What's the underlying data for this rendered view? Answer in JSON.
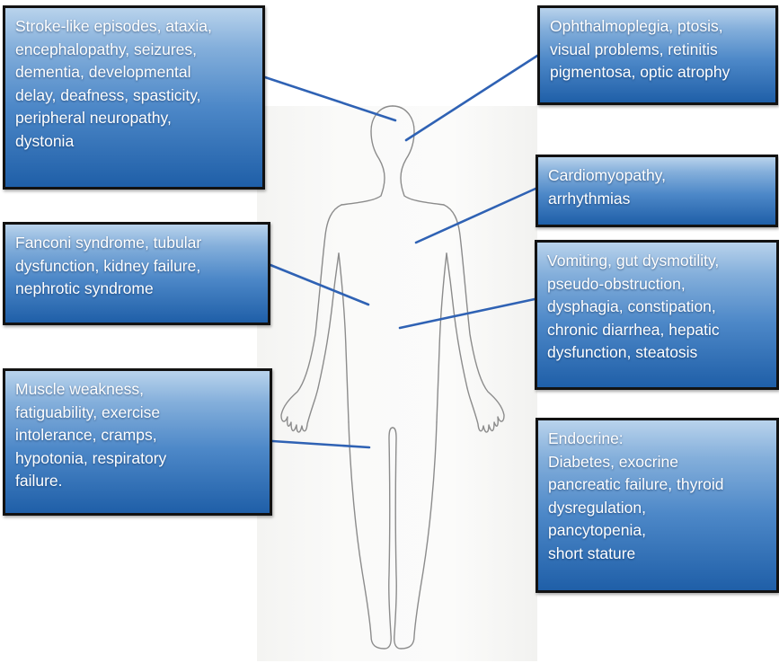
{
  "boxes": {
    "neuro": {
      "lines": [
        "Stroke-like episodes, ataxia,",
        "encephalopathy, seizures,",
        "dementia, developmental",
        "delay, deafness, spasticity,",
        "peripheral neuropathy,",
        "dystonia"
      ]
    },
    "eye": {
      "lines": [
        "Ophthalmoplegia, ptosis,",
        "visual problems, retinitis",
        "pigmentosa, optic atrophy"
      ]
    },
    "heart": {
      "lines": [
        "Cardiomyopathy,",
        "arrhythmias"
      ]
    },
    "kidney": {
      "lines": [
        "Fanconi syndrome, tubular",
        "dysfunction, kidney failure,",
        "nephrotic syndrome"
      ]
    },
    "gi": {
      "lines": [
        "Vomiting, gut dysmotility,",
        "pseudo-obstruction,",
        "dysphagia, constipation,",
        "chronic diarrhea, hepatic",
        "dysfunction, steatosis"
      ]
    },
    "muscle": {
      "lines": [
        "Muscle weakness,",
        "fatiguability, exercise",
        "intolerance, cramps,",
        "hypotonia, respiratory",
        "failure."
      ]
    },
    "endocrine": {
      "lines": [
        "Endocrine:",
        "Diabetes, exocrine",
        "pancreatic failure, thyroid",
        "dysregulation,",
        "pancytopenia,",
        "short stature"
      ]
    }
  },
  "colors": {
    "box_top": "#b9d3ec",
    "box_bottom": "#1f5fa8",
    "box_border": "#121212",
    "box_text": "#ffffff",
    "connector": "#2f62b4",
    "outline": "#8c8c8c"
  }
}
